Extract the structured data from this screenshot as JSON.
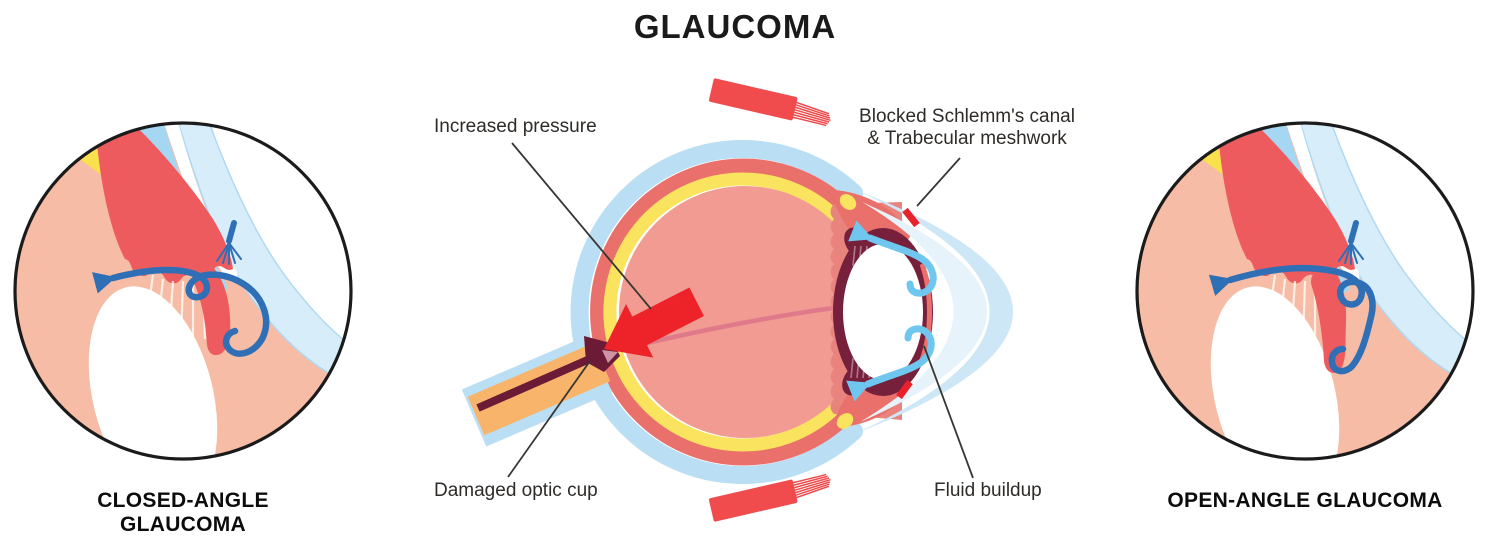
{
  "title": "GLAUCOMA",
  "center_diagram": {
    "name": "Eye cross-section showing glaucoma",
    "labels": {
      "increased_pressure": "Increased pressure",
      "blocked_canal": {
        "line1": "Blocked Schlemm's canal",
        "line2": "& Trabecular meshwork"
      },
      "damaged_optic_cup": "Damaged optic cup",
      "fluid_buildup": "Fluid buildup"
    }
  },
  "panels": {
    "closed_angle": {
      "caption": "CLOSED-ANGLE GLAUCOMA"
    },
    "open_angle": {
      "caption": "OPEN-ANGLE GLAUCOMA"
    }
  },
  "palette": {
    "background": "#FFFFFF",
    "text": "#2F2B28",
    "pointer_line": "#3A3632",
    "circle_outline": "#1B1B1B",
    "peach_tissue": "#F6BCA5",
    "iris_red": "#EE5B5F",
    "sclera_blue": "#A5D6F2",
    "cornea_pale_blue": "#D8EDFA",
    "yellow_layer": "#F9E04D",
    "flow_arrow_blue": "#2F6FB5",
    "eye_sclera_ring": "#BADEF3",
    "eye_choroid_ring": "#E9706B",
    "eye_retina_yellow": "#FAE35F",
    "vitreous_pink": "#F29B93",
    "anterior_salmon": "#E9837D",
    "iris_maroon": "#76203C",
    "optic_nerve_orange": "#F9B46B",
    "hyaloid_pink": "#E0798A",
    "pressure_arrow_red": "#EE2229",
    "muscle_red": "#F04B4D",
    "aqueous_arrow_lightblue": "#6FC7F0",
    "blocked_dash_red": "#E8212B"
  }
}
